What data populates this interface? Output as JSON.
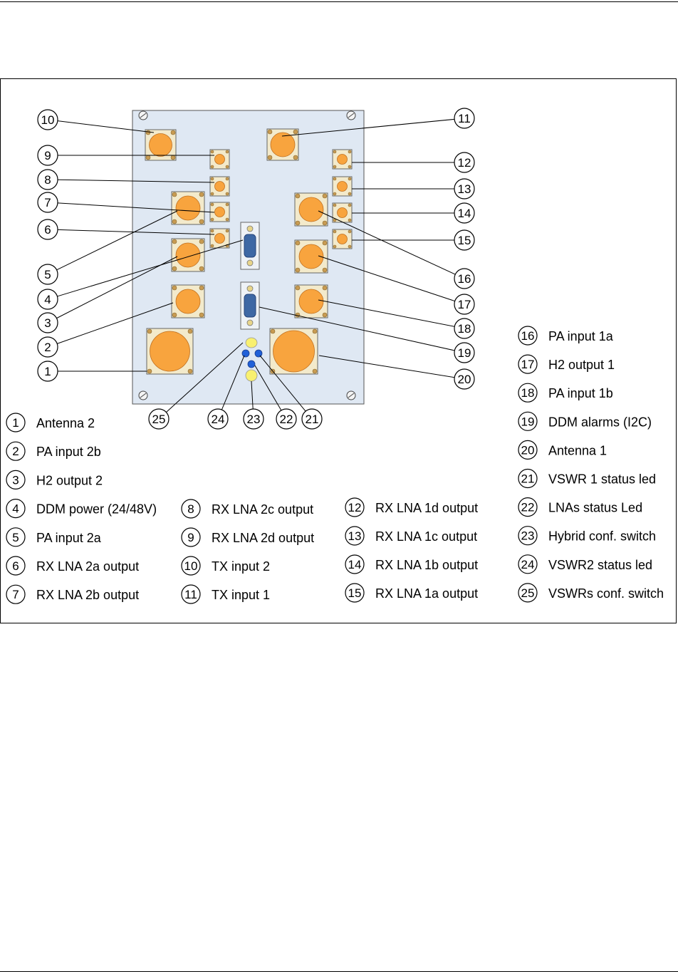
{
  "colors": {
    "panel": "#dfe8f3",
    "connector_base": "#f3eacb",
    "connector_orange": "#f8a43e",
    "dsub_blue": "#3e68a4",
    "led_yellow": "#f8f070",
    "led_blue": "#2060d8"
  },
  "legend": [
    {
      "num": "1",
      "label": "Antenna 2"
    },
    {
      "num": "2",
      "label": "PA input 2b"
    },
    {
      "num": "3",
      "label": "H2 output 2"
    },
    {
      "num": "4",
      "label": "DDM power (24/48V)"
    },
    {
      "num": "5",
      "label": "PA input 2a"
    },
    {
      "num": "6",
      "label": "RX LNA 2a output"
    },
    {
      "num": "7",
      "label": "RX LNA 2b output"
    },
    {
      "num": "8",
      "label": "RX LNA 2c output"
    },
    {
      "num": "9",
      "label": "RX LNA 2d output"
    },
    {
      "num": "10",
      "label": "TX input 2"
    },
    {
      "num": "11",
      "label": "TX input 1"
    },
    {
      "num": "12",
      "label": "RX LNA 1d output"
    },
    {
      "num": "13",
      "label": "RX LNA 1c output"
    },
    {
      "num": "14",
      "label": "RX LNA 1b output"
    },
    {
      "num": "15",
      "label": "RX LNA 1a output"
    },
    {
      "num": "16",
      "label": "PA input 1a"
    },
    {
      "num": "17",
      "label": "H2 output 1"
    },
    {
      "num": "18",
      "label": "PA input 1b"
    },
    {
      "num": "19",
      "label": "DDM alarms (I2C)"
    },
    {
      "num": "20",
      "label": "Antenna 1"
    },
    {
      "num": "21",
      "label": "VSWR 1 status led"
    },
    {
      "num": "22",
      "label": "LNAs status Led"
    },
    {
      "num": "23",
      "label": "Hybrid conf. switch"
    },
    {
      "num": "24",
      "label": "VSWR2 status led"
    },
    {
      "num": "25",
      "label": "VSWRs conf. switch"
    }
  ]
}
